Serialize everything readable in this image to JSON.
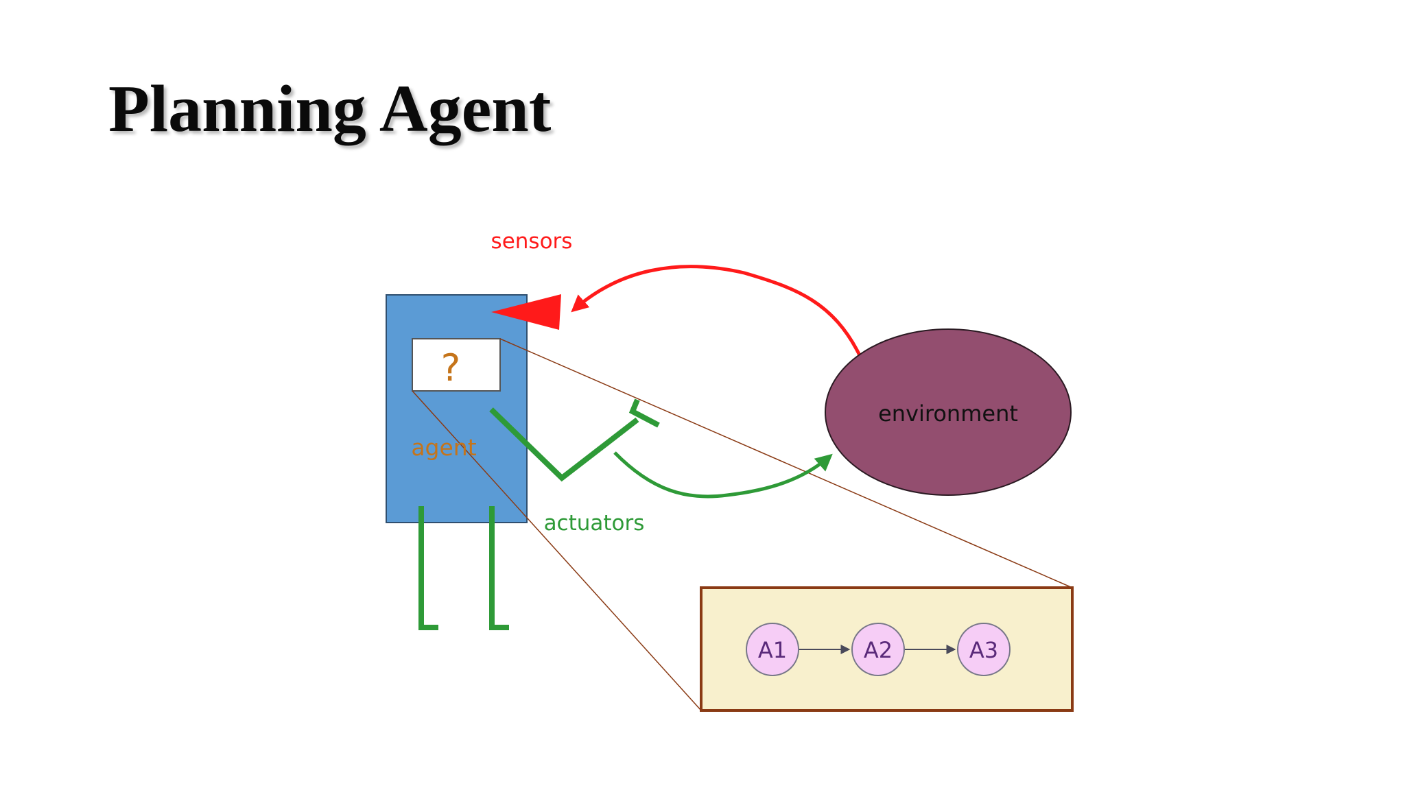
{
  "slide": {
    "title": "Planning Agent"
  },
  "diagram": {
    "agent_label": "agent",
    "decision_box_label": "?",
    "sensors_label": "sensors",
    "actuators_label": "actuators",
    "environment_label": "environment",
    "plan_nodes": [
      "A1",
      "A2",
      "A3"
    ],
    "colors": {
      "agent_body": "#5b9bd5",
      "agent_label": "#c5741a",
      "sensors": "#ff0000",
      "actuators": "#2e9a37",
      "environment": "#934e6f",
      "plan_box_fill": "#f8f0cd",
      "plan_box_border": "#8a3a14",
      "plan_node_fill": "#f6cdf6",
      "plan_node_text": "#5a2a7a"
    }
  }
}
